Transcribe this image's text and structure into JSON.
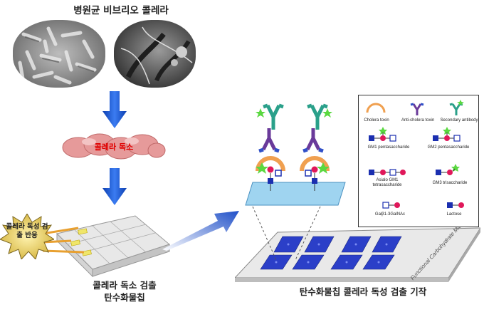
{
  "labels": {
    "top_title": "병원균 비브리오 콜레라",
    "toxin": "콜레라 독소",
    "reaction": "콜레라 독성 검출 반응",
    "left_caption_line1": "콜레라 독소 검출",
    "left_caption_line2": "탄수화물칩",
    "right_caption": "탄수화물칩 콜레라 독성 검출 기작",
    "microarray_label": "Functional Carbohydrate Microarray"
  },
  "legend": {
    "cholera_toxin": "Cholera toxin",
    "anti_cholera_toxin": "Anti-cholera toxin",
    "secondary_antibody": "Secondary antibody",
    "gm1": "GM1 pentasaccharide",
    "gm2": "GM2 pentasaccharide",
    "asialo": "Asialo GM1 tetrasaccharide",
    "gm3": "GM3 trisaccharide",
    "galb": "Galβ1-3GalNAc",
    "lactose": "Lactose"
  },
  "colors": {
    "arrow_blue": "#1f5fd6",
    "toxin_red": "#e00000",
    "chip_blue": "#2b3fc8",
    "legend_orange": "#f0a050",
    "antibody_purple": "#6a3a9a",
    "antibody_teal": "#2aa08a",
    "sugar_blue": "#1b2fb0",
    "sugar_red": "#e0185a",
    "star_green": "#5ad840"
  }
}
